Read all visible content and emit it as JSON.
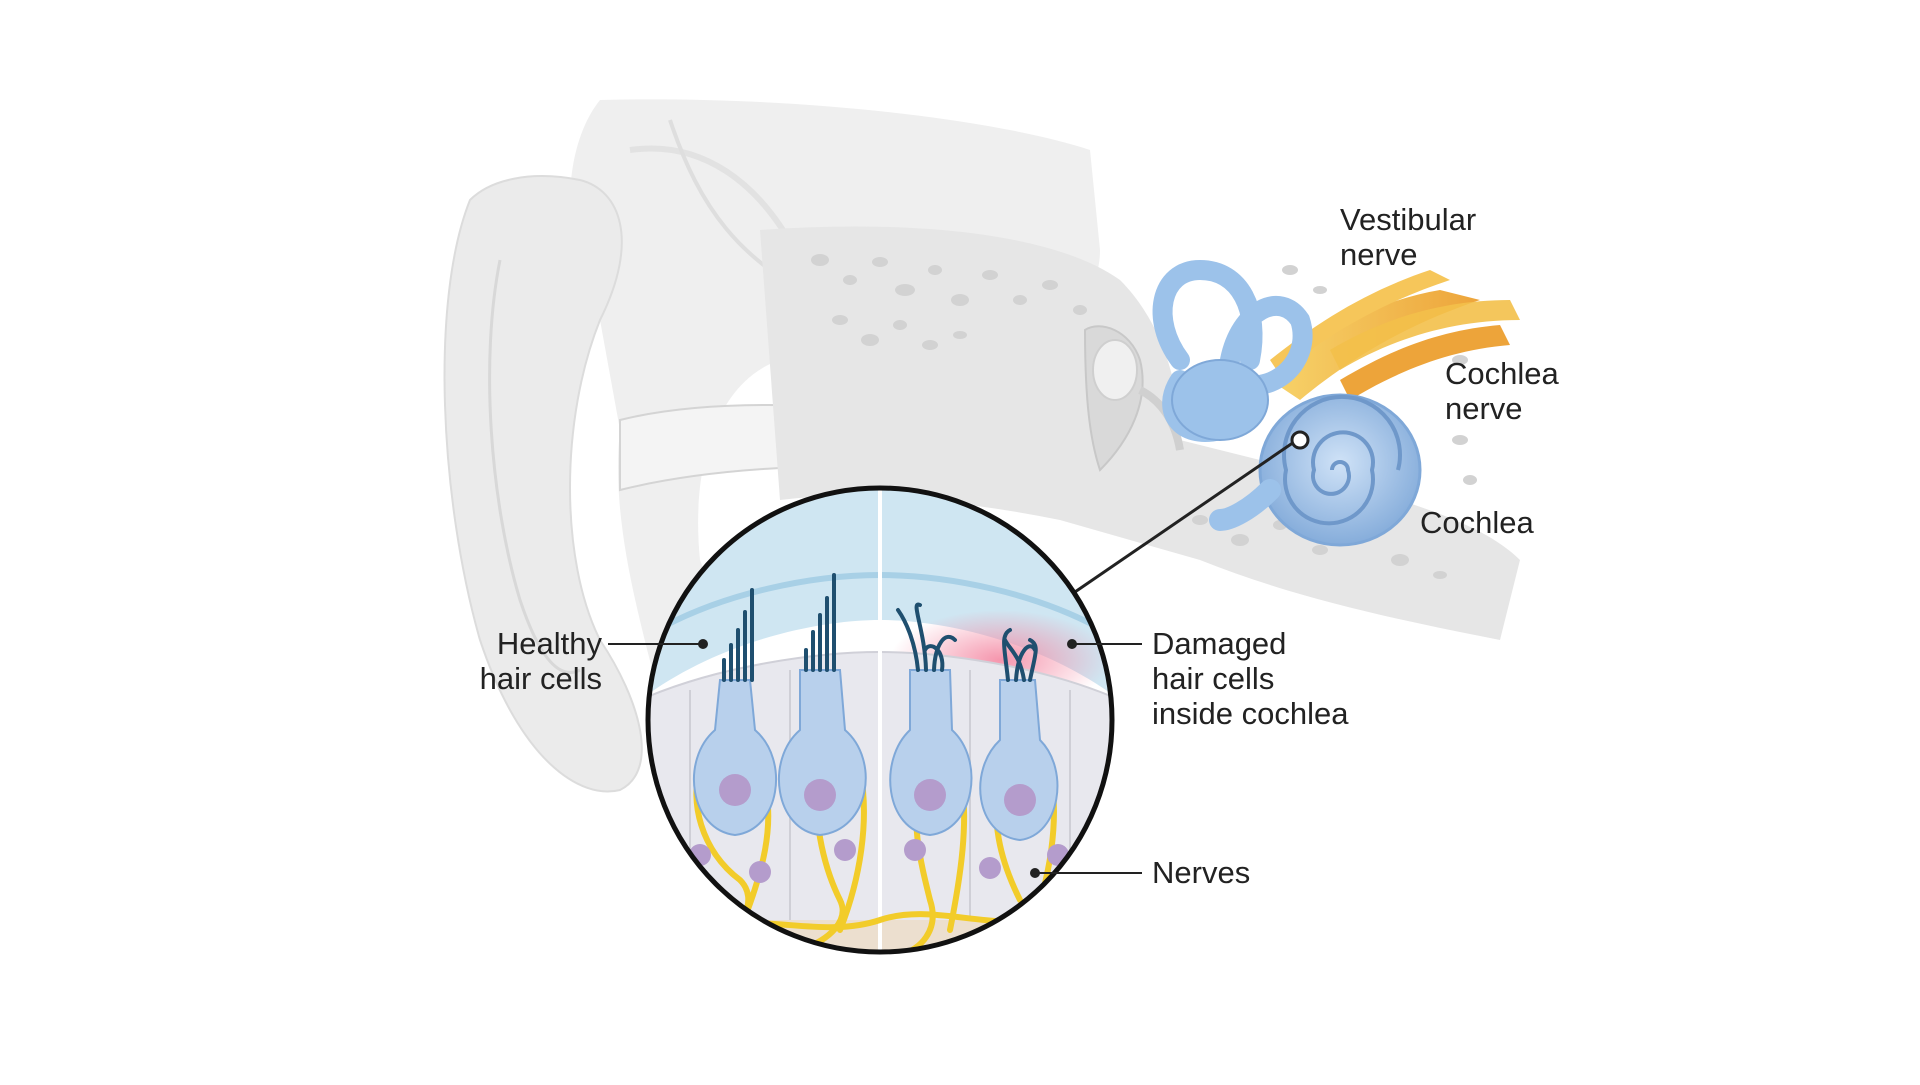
{
  "labels": {
    "vestibular_nerve": [
      "Vestibular",
      "nerve"
    ],
    "cochlea_nerve": [
      "Cochlea",
      "nerve"
    ],
    "cochlea": "Cochlea",
    "healthy_hair_cells": [
      "Healthy",
      "hair cells"
    ],
    "damaged_hair_cells": [
      "Damaged",
      "hair cells",
      "inside cochlea"
    ],
    "nerves": "Nerves"
  },
  "colors": {
    "inner_ear_blue": "#9cc2ea",
    "nerve_yellow": "#f2cc2a",
    "nerve_orange": "#f0b13a",
    "skin_grey": "#ececec",
    "bone_grey": "#dcdcdc",
    "damage_pink": "#f7a8b8",
    "fluid_blue": "#cfe6f2",
    "leader_line": "#222222"
  }
}
